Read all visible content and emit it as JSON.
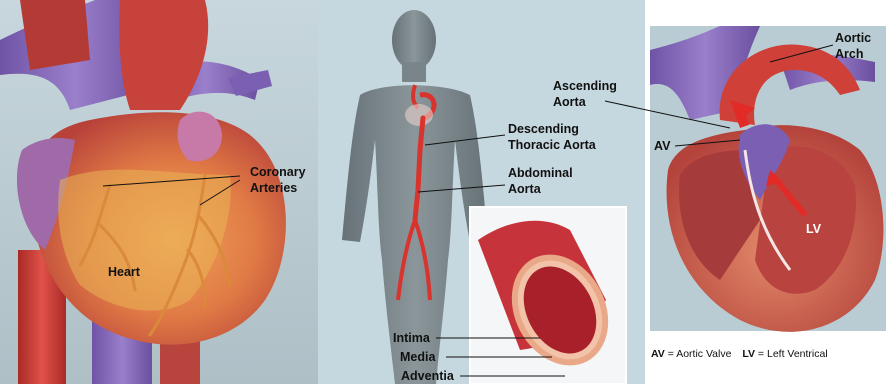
{
  "labels": {
    "coronary": [
      "Coronary",
      "Arteries"
    ],
    "heart": "Heart",
    "ascending": [
      "Ascending",
      "Aorta"
    ],
    "descending": [
      "Descending",
      "Thoracic Aorta"
    ],
    "abdominal": [
      "Abdominal",
      "Aorta"
    ],
    "aortic_arch": [
      "Aortic",
      "Arch"
    ],
    "av": "AV",
    "lv": "LV",
    "intima": "Intima",
    "media": "Media",
    "adventia": "Adventia"
  },
  "legend": {
    "av_abbr": "AV",
    "av_text": " = Aortic Valve",
    "lv_abbr": "LV",
    "lv_text": " = Left Ventrical"
  },
  "colors": {
    "background": "#b9ccd3",
    "vein_purple": "#8a6bb8",
    "heart_red": "#c9463f",
    "fat_yellow": "#e9b455",
    "aorta_red": "#d9332d",
    "silhouette": "#6f7a7e"
  }
}
